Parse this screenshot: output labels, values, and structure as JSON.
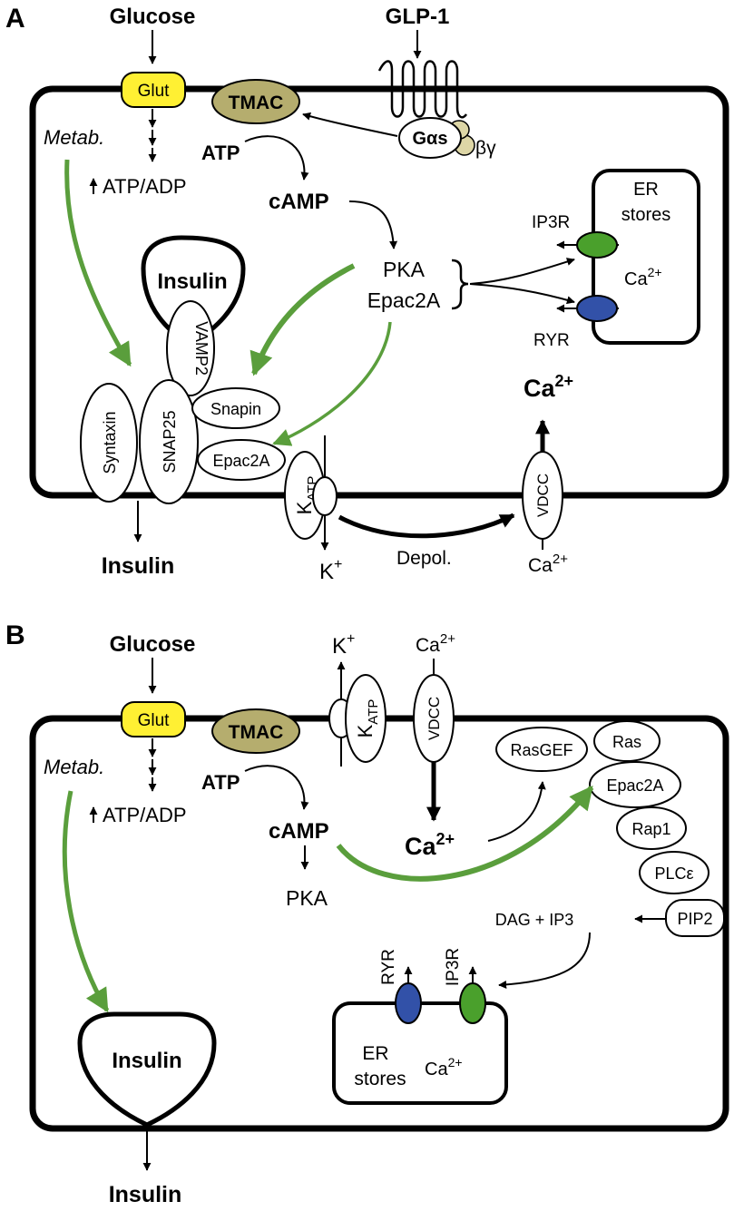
{
  "panels": {
    "a": {
      "label": "A",
      "glucose": "Glucose",
      "glp1": "GLP-1",
      "glut": "Glut",
      "tmac": "TMAC",
      "gas": "Gαs",
      "bg": "βγ",
      "metab": "Metab.",
      "atp": "ATP",
      "atp_adp": "ATP/ADP",
      "camp": "cAMP",
      "pka": "PKA",
      "epac2a": "Epac2A",
      "er_stores_1": "ER",
      "er_stores_2": "stores",
      "ip3r": "IP3R",
      "ryr": "RYR",
      "ca_base": "Ca",
      "ca_sup": "2+",
      "insulin_granule": "Insulin",
      "vamp2": "VAMP2",
      "snapin": "Snapin",
      "syntaxin": "Syntaxin",
      "snap25": "SNAP25",
      "epac2a_bound": "Epac2A",
      "katp_base": "K",
      "katp_sub": "ATP",
      "vdcc": "VDCC",
      "insulin_out": "Insulin",
      "k_base": "K",
      "k_sup": "+",
      "depol": "Depol."
    },
    "b": {
      "label": "B",
      "glucose": "Glucose",
      "glut": "Glut",
      "tmac": "TMAC",
      "metab": "Metab.",
      "atp": "ATP",
      "atp_adp": "ATP/ADP",
      "camp": "cAMP",
      "pka": "PKA",
      "k_base": "K",
      "k_sup": "+",
      "katp_base": "K",
      "katp_sub": "ATP",
      "vdcc": "VDCC",
      "ca_base": "Ca",
      "ca_sup": "2+",
      "rasgef": "RasGEF",
      "ras": "Ras",
      "epac2a": "Epac2A",
      "rap1": "Rap1",
      "plce": "PLCε",
      "pip2": "PIP2",
      "dag_ip3": "DAG + IP3",
      "ryr": "RYR",
      "ip3r": "IP3R",
      "er_stores_1": "ER",
      "er_stores_2": "stores",
      "insulin_granule": "Insulin",
      "insulin_out": "Insulin"
    }
  },
  "colors": {
    "green_arrow": "#5a9e3c",
    "glut_fill": "#fff033",
    "tmac_fill": "#b5ad6e",
    "ip3r_fill": "#4aa02c",
    "ryr_fill": "#3251a8",
    "bg_fill": "#ddd6a6",
    "stroke": "#000000"
  }
}
